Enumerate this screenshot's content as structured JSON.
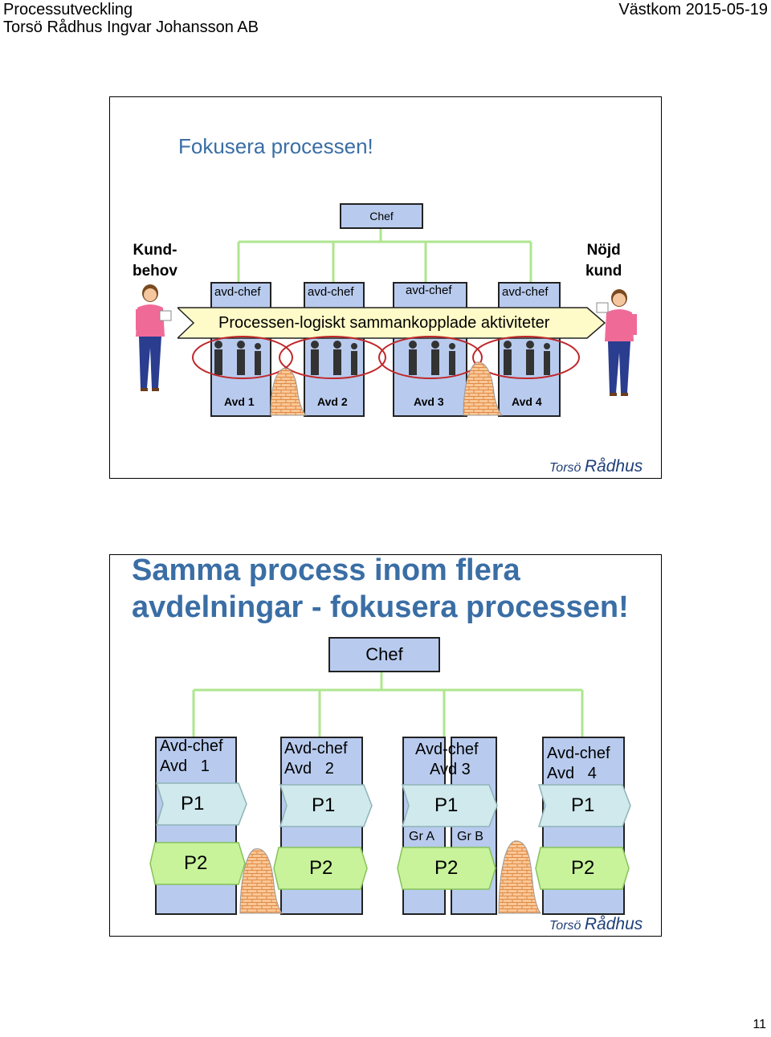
{
  "header": {
    "title": "Processutveckling",
    "subtitle": "Torsö Rådhus Ingvar Johansson AB",
    "right": "Västkom 2015-05-19"
  },
  "slide1": {
    "title": "Fokusera processen!",
    "chef": "Chef",
    "left_person_label_1": "Kund-",
    "left_person_label_2": "behov",
    "right_person_label_1": "Nöjd",
    "right_person_label_2": "kund",
    "avd_chefs": [
      "avd-chef",
      "avd-chef",
      "avd-chef",
      "avd-chef"
    ],
    "process_label": "Processen-logiskt sammankopplade aktiviteter",
    "departments": [
      "Avd 1",
      "Avd 2",
      "Avd 3",
      "Avd 4"
    ],
    "brand_small": "Torsö",
    "brand_big": "Rådhus"
  },
  "slide2": {
    "title_line1": "Samma process inom flera",
    "title_line2": "avdelningar - fokusera processen!",
    "chef": "Chef",
    "columns": [
      {
        "chef": "Avd-chef",
        "avd": "Avd   1",
        "p1": "P1",
        "p2": "P2"
      },
      {
        "chef": "Avd-chef",
        "avd": "Avd   2",
        "p1": "P1",
        "p2": "P2"
      },
      {
        "chef": "Avd-chef",
        "avd": "Avd 3",
        "p1": "P1",
        "p2": "P2",
        "gr_a": "Gr A",
        "gr_b": "Gr B"
      },
      {
        "chef": "Avd-chef",
        "avd": "Avd   4",
        "p1": "P1",
        "p2": "P2"
      }
    ],
    "brand_small": "Torsö",
    "brand_big": "Rådhus"
  },
  "page_number": "11",
  "colors": {
    "title_blue": "#3a6ea5",
    "box_blue": "#b8cbee",
    "line_green": "#aee68e",
    "ellipse_red": "#c0282a",
    "p1_cyan": "#cfe9ec",
    "p2_green": "#c8f39a",
    "wall_orange": "#f3b37a"
  }
}
